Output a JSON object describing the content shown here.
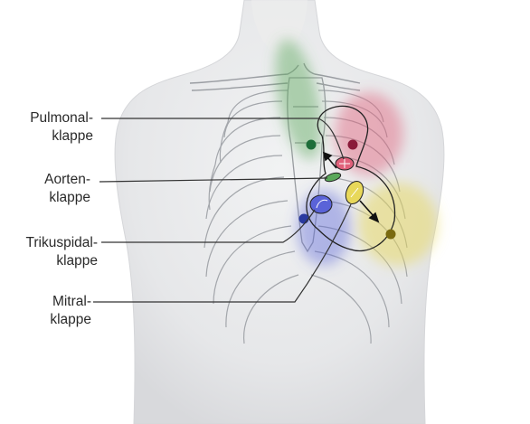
{
  "labels": {
    "pulmonal": {
      "line1": "Pulmonal-",
      "line2": "klappe"
    },
    "aorten": {
      "line1": "Aorten-",
      "line2": "klappe"
    },
    "trikuspidal": {
      "line1": "Trikuspidal-",
      "line2": "klappe"
    },
    "mitral": {
      "line1": "Mitral-",
      "line2": "klappe"
    }
  },
  "colors": {
    "pulmonal": "#e0607a",
    "aorten": "#5aa85a",
    "trikuspidal": "#5a63d8",
    "mitral": "#e8d85a",
    "auscultation_pulmonal": "#8a1a3a",
    "auscultation_aorten": "#1e6e3a",
    "auscultation_trikuspidal": "#2a3aa0",
    "auscultation_mitral": "#7a6a10",
    "leader_line": "#333333",
    "skin": "#e7e8ea",
    "bone_outline": "#9a9da2"
  }
}
